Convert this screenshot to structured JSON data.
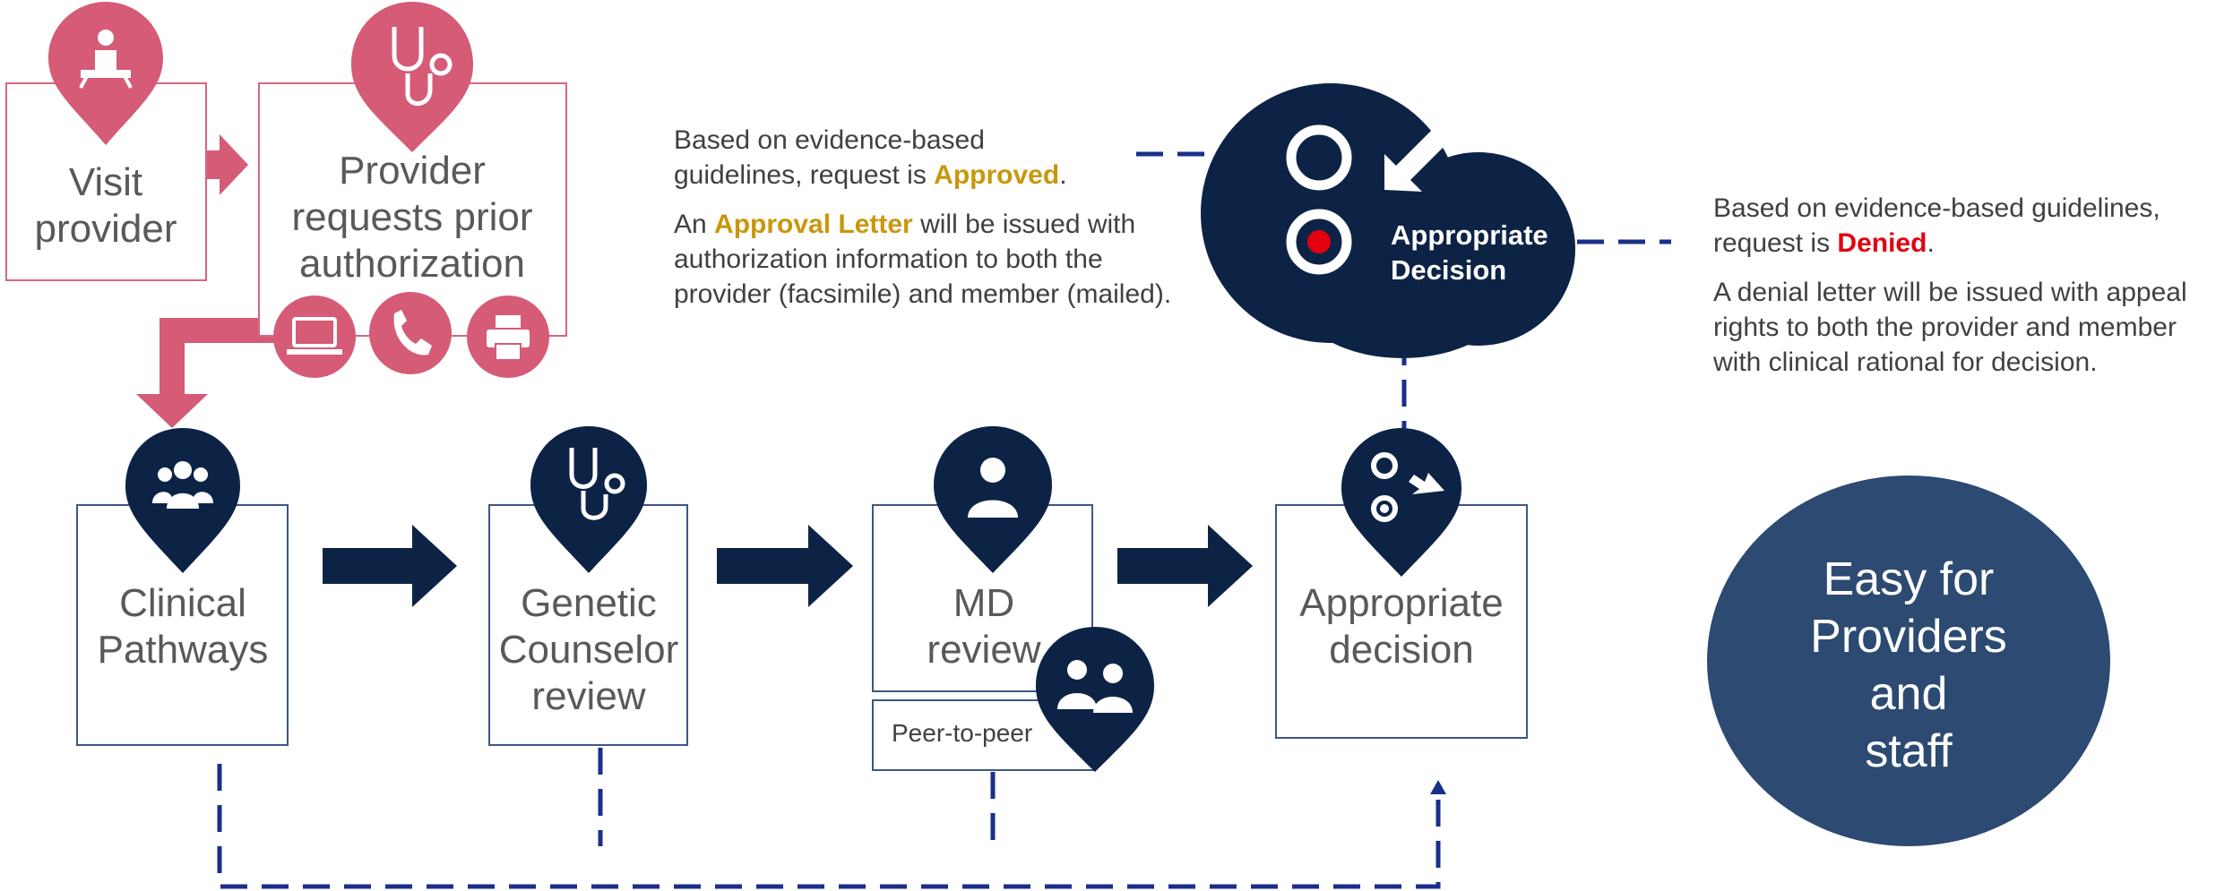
{
  "steps": {
    "visit": [
      "Visit",
      "provider"
    ],
    "provider_request": [
      "Provider",
      "requests prior",
      "authorization"
    ],
    "clinical": [
      "Clinical",
      "Pathways"
    ],
    "genetic": [
      "Genetic",
      "Counselor",
      "review"
    ],
    "md": [
      "MD",
      "review"
    ],
    "peer": "Peer-to-peer",
    "decision": [
      "Appropriate",
      "decision"
    ]
  },
  "decision_bubble": [
    "Appropriate",
    "Decision"
  ],
  "approved": {
    "line1": "Based on evidence-based",
    "line2_pre": "guidelines, request is ",
    "status": "Approved",
    "period": ".",
    "letter_pre": "An ",
    "letter_name": "Approval Letter",
    "letter_post": " will be issued with",
    "line4": "authorization information to both the",
    "line5": "provider (facsimile) and member (mailed)."
  },
  "denied": {
    "line1": "Based on evidence-based guidelines,",
    "line2_pre": "request is ",
    "status": "Denied",
    "period": ".",
    "line3": "A denial letter will be issued with appeal",
    "line4": "rights to both the provider and member",
    "line5": "with clinical rational for decision."
  },
  "easy": [
    "Easy for",
    "Providers",
    "and",
    "staff"
  ],
  "colors": {
    "pink": "#d55b77",
    "navy": "#0d2346",
    "dash": "#1a2f8a",
    "easy": "#2c4a72",
    "gold": "#c9970e",
    "red": "#e3000f"
  },
  "icons": [
    "person-at-desk-icon",
    "stethoscope-icon",
    "laptop-icon",
    "phone-icon",
    "printer-icon",
    "group-icon",
    "doctor-icon",
    "two-doctors-icon",
    "decision-options-icon"
  ]
}
